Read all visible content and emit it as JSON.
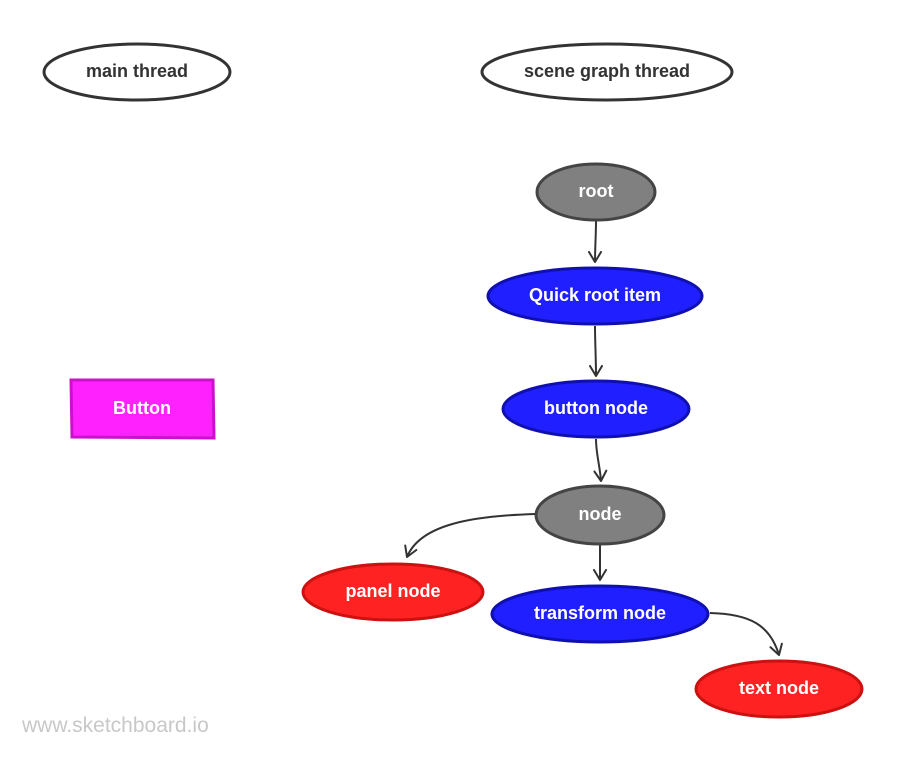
{
  "nodes": {
    "main_thread": {
      "label": "main thread",
      "fill": "#ffffff",
      "stroke": "#333333",
      "text": "#333333"
    },
    "scene_graph_thread": {
      "label": "scene graph thread",
      "fill": "#ffffff",
      "stroke": "#333333",
      "text": "#333333"
    },
    "root": {
      "label": "root",
      "fill": "#808080",
      "stroke": "#444444",
      "text": "#ffffff"
    },
    "quick_root_item": {
      "label": "Quick root item",
      "fill": "#1f1fff",
      "stroke": "#1010b0",
      "text": "#ffffff"
    },
    "button_node": {
      "label": "button node",
      "fill": "#1f1fff",
      "stroke": "#1010b0",
      "text": "#ffffff"
    },
    "node": {
      "label": "node",
      "fill": "#808080",
      "stroke": "#444444",
      "text": "#ffffff"
    },
    "panel_node": {
      "label": "panel node",
      "fill": "#ff2222",
      "stroke": "#cc1111",
      "text": "#ffffff"
    },
    "transform_node": {
      "label": "transform node",
      "fill": "#1f1fff",
      "stroke": "#1010b0",
      "text": "#ffffff"
    },
    "text_node": {
      "label": "text node",
      "fill": "#ff2222",
      "stroke": "#cc1111",
      "text": "#ffffff"
    },
    "button": {
      "label": "Button",
      "fill": "#ff22ff",
      "stroke": "#cc11cc",
      "text": "#ffffff"
    }
  },
  "edges": [
    {
      "from": "root",
      "to": "quick_root_item"
    },
    {
      "from": "quick_root_item",
      "to": "button_node"
    },
    {
      "from": "button_node",
      "to": "node"
    },
    {
      "from": "node",
      "to": "panel_node"
    },
    {
      "from": "node",
      "to": "transform_node"
    },
    {
      "from": "transform_node",
      "to": "text_node"
    }
  ],
  "watermark": "www.sketchboard.io"
}
